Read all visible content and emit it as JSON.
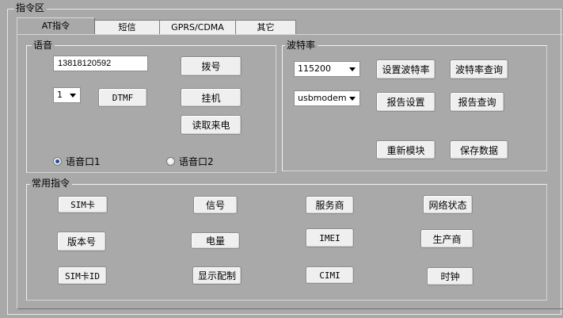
{
  "window": {
    "title": "指令区"
  },
  "tabs": [
    {
      "label": "AT指令",
      "active": true
    },
    {
      "label": "短信",
      "active": false
    },
    {
      "label": "GPRS/CDMA",
      "active": false
    },
    {
      "label": "其它",
      "active": false
    }
  ],
  "voice": {
    "title": "语音",
    "phone_number": "13818120592",
    "dtmf_digit": "1",
    "buttons": {
      "dial": "拨号",
      "dtmf": "DTMF",
      "hangup": "挂机",
      "read_caller": "读取来电"
    },
    "radios": [
      {
        "label": "语音口1",
        "checked": true
      },
      {
        "label": "语音口2",
        "checked": false
      }
    ]
  },
  "baud": {
    "title": "波特率",
    "rate_value": "115200",
    "mode_value": "usbmodem",
    "buttons": {
      "set_rate": "设置波特率",
      "query_rate": "波特率查询",
      "report_settings": "报告设置",
      "report_query": "报告查询",
      "restart_module": "重新模块",
      "save_data": "保存数据"
    }
  },
  "common": {
    "title": "常用指令",
    "buttons": {
      "sim": "SIM卡",
      "signal": "信号",
      "provider": "服务商",
      "network_status": "网络状态",
      "version": "版本号",
      "battery": "电量",
      "imei": "IMEI",
      "manufacturer": "生产商",
      "sim_id": "SIM卡ID",
      "display_config": "显示配制",
      "cimi": "CIMI",
      "clock": "时钟"
    }
  }
}
